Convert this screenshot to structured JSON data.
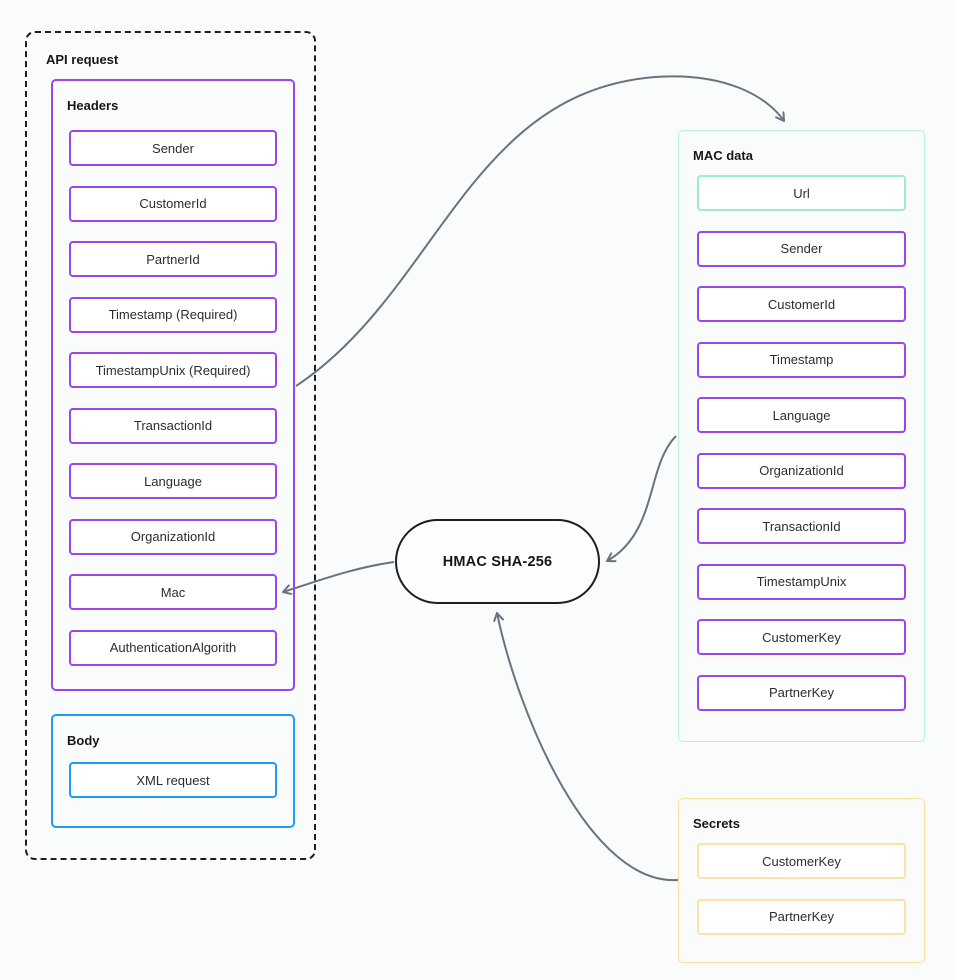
{
  "api_request": {
    "title": "API request",
    "headers": {
      "title": "Headers",
      "items": [
        "Sender",
        "CustomerId",
        "PartnerId",
        "Timestamp (Required)",
        "TimestampUnix (Required)",
        "TransactionId",
        "Language",
        "OrganizationId",
        "Mac",
        "AuthenticationAlgorith"
      ]
    },
    "body": {
      "title": "Body",
      "items": [
        "XML request"
      ]
    }
  },
  "hmac": {
    "label": "HMAC SHA-256"
  },
  "mac_data": {
    "title": "MAC data",
    "items": [
      {
        "label": "Url",
        "variant": "green"
      },
      {
        "label": "Sender",
        "variant": "purple"
      },
      {
        "label": "CustomerId",
        "variant": "purple"
      },
      {
        "label": "Timestamp",
        "variant": "purple"
      },
      {
        "label": "Language",
        "variant": "purple"
      },
      {
        "label": "OrganizationId",
        "variant": "purple"
      },
      {
        "label": "TransactionId",
        "variant": "purple"
      },
      {
        "label": "TimestampUnix",
        "variant": "purple"
      },
      {
        "label": "CustomerKey",
        "variant": "purple"
      },
      {
        "label": "PartnerKey",
        "variant": "purple"
      }
    ]
  },
  "secrets": {
    "title": "Secrets",
    "items": [
      "CustomerKey",
      "PartnerKey"
    ]
  },
  "arrows": [
    {
      "from": "api-request-headers",
      "to": "mac-data"
    },
    {
      "from": "mac-data",
      "to": "hmac-sha-256"
    },
    {
      "from": "hmac-sha-256",
      "to": "headers-mac-field"
    },
    {
      "from": "secrets",
      "to": "hmac-sha-256"
    }
  ],
  "colors": {
    "purple": "#9b45ef",
    "blue": "#1e9bf4",
    "mint_frame": "#b9f3d3",
    "mint_item": "#9fedc4",
    "amber_frame": "#fadf9f",
    "amber_item": "#fbe3a8",
    "arrow": "#68737f",
    "outline_dark": "#1c1e23",
    "bg": "#fafcfc"
  }
}
